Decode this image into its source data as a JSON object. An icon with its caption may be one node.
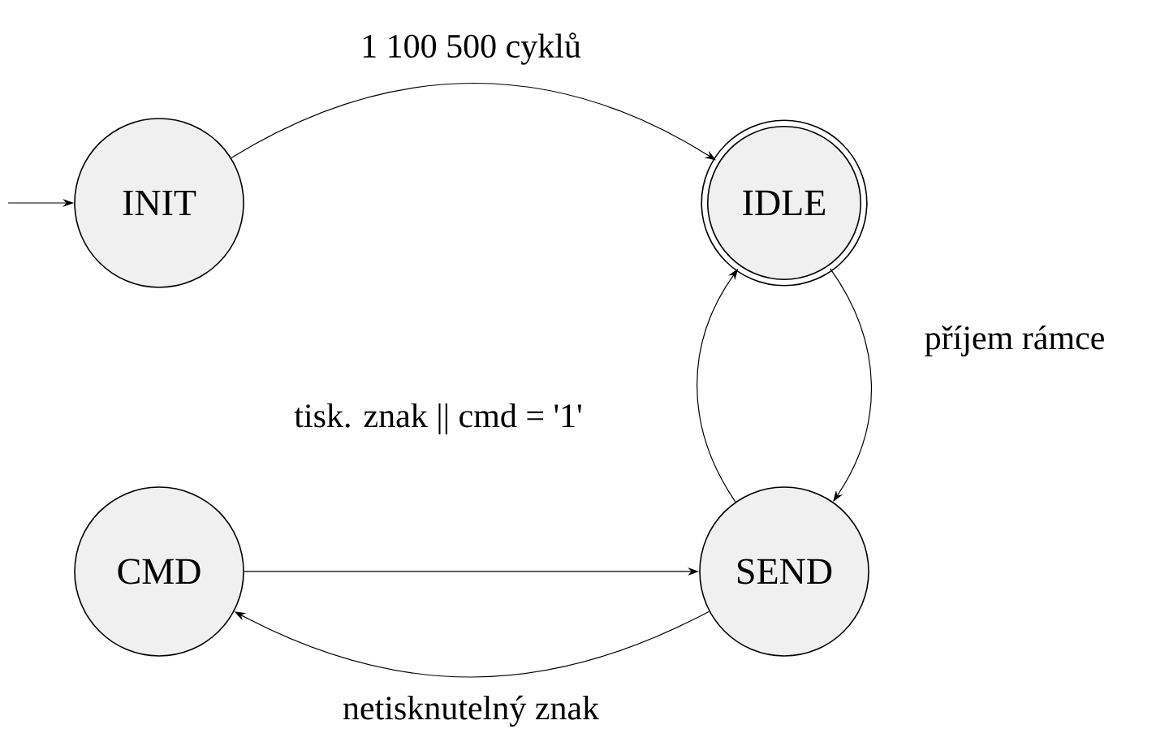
{
  "diagram": {
    "nodes": [
      {
        "text": [
          "INIT"
        ]
      },
      {
        "text": [
          "IDLE"
        ]
      },
      {
        "text": [
          "CMD"
        ]
      },
      {
        "text": [
          "SEND"
        ]
      }
    ],
    "edges": [
      {
        "from": null,
        "to": 0,
        "arrow": "to"
      },
      {
        "from": 0,
        "to": 1,
        "arrow": "to",
        "label": "1 100 500 cyklů"
      },
      {
        "from": 1,
        "to": 3,
        "arrow": "to",
        "label": "příjem rámce"
      },
      {
        "from": 3,
        "to": 1,
        "arrow": "to",
        "label": "tisk. znak || cmd = '1'"
      },
      {
        "from": 2,
        "to": 3,
        "arrow": "to"
      },
      {
        "from": 3,
        "to": 2,
        "arrow": "to",
        "label": "netisknutelný znak"
      }
    ]
  }
}
